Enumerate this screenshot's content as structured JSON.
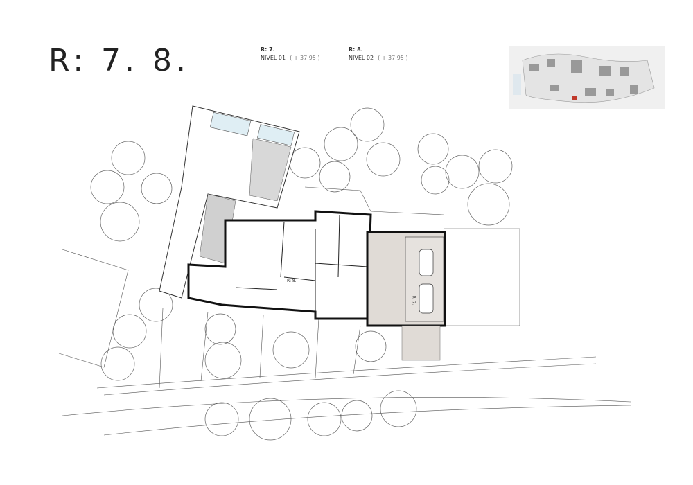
{
  "title": "R: 7. 8.",
  "levels": [
    {
      "unit": "R: 7.",
      "level": "NIVEL 01",
      "elevation": "( + 37.95 )"
    },
    {
      "unit": "R: 8.",
      "level": "NIVEL 02",
      "elevation": "( + 37.95 )"
    }
  ],
  "plan_labels": {
    "r8": "R: 8.",
    "r7": "R: 7."
  },
  "colors": {
    "highlight": "#e0dbd6",
    "walls": "#111111",
    "lines": "#555555"
  }
}
